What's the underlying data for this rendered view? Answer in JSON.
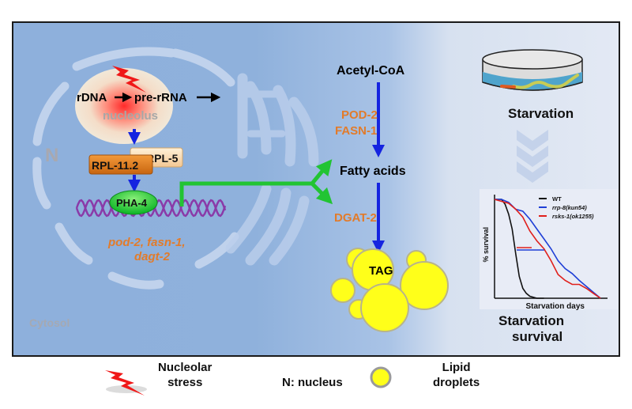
{
  "nucleus": {
    "label": "N",
    "nucleolus_label": "nucleolus",
    "rdna": "rDNA",
    "pre_rrna": "pre-rRNA",
    "rpl5": "RPL-5",
    "rpl11": "RPL-11.2",
    "pha4": "PHA-4",
    "genes_line1": "pod-2, fasn-1,",
    "genes_line2": "dagt-2"
  },
  "cytosol_label": "Cytosol",
  "pathway": {
    "acetyl_coa": "Acetyl-CoA",
    "enzyme1_line1": "POD-2",
    "enzyme1_line2": "FASN-1",
    "fatty_acids": "Fatty acids",
    "enzyme2": "DGAT-2",
    "tag": "TAG"
  },
  "starvation": {
    "label": "Starvation",
    "survival_line1": "Starvation",
    "survival_line2": "survival"
  },
  "chart_data": {
    "type": "line",
    "title": "",
    "xlabel": "Starvation days",
    "ylabel": "% survival",
    "legend_position": "top-right",
    "series": [
      {
        "name": "WT",
        "color": "#111111",
        "x": [
          0,
          1,
          1.5,
          2,
          2.5,
          3,
          3.5,
          4,
          4.5,
          5,
          6,
          7
        ],
        "y": [
          100,
          100,
          95,
          85,
          70,
          45,
          22,
          10,
          5,
          2,
          0,
          0
        ]
      },
      {
        "name": "rrp-8(kun54)",
        "color": "#1f3fd6",
        "x": [
          0,
          1,
          2,
          3,
          4,
          5,
          6,
          7,
          8,
          9,
          10,
          11,
          12,
          13,
          14,
          15
        ],
        "y": [
          100,
          100,
          97,
          90,
          88,
          80,
          70,
          60,
          50,
          38,
          30,
          25,
          18,
          12,
          6,
          0
        ]
      },
      {
        "name": "rsks-1(ok1255)",
        "color": "#e0201c",
        "x": [
          0,
          1,
          2,
          3,
          4,
          5,
          6,
          7,
          8,
          9,
          10,
          11,
          12,
          13,
          14,
          15
        ],
        "y": [
          100,
          98,
          96,
          90,
          82,
          68,
          58,
          50,
          38,
          24,
          18,
          14,
          14,
          10,
          5,
          0
        ]
      }
    ]
  },
  "legend": {
    "stress_line1": "Nucleolar",
    "stress_line2": "stress",
    "nucleus": "N: nucleus",
    "lipid_line1": "Lipid",
    "lipid_line2": "droplets"
  }
}
